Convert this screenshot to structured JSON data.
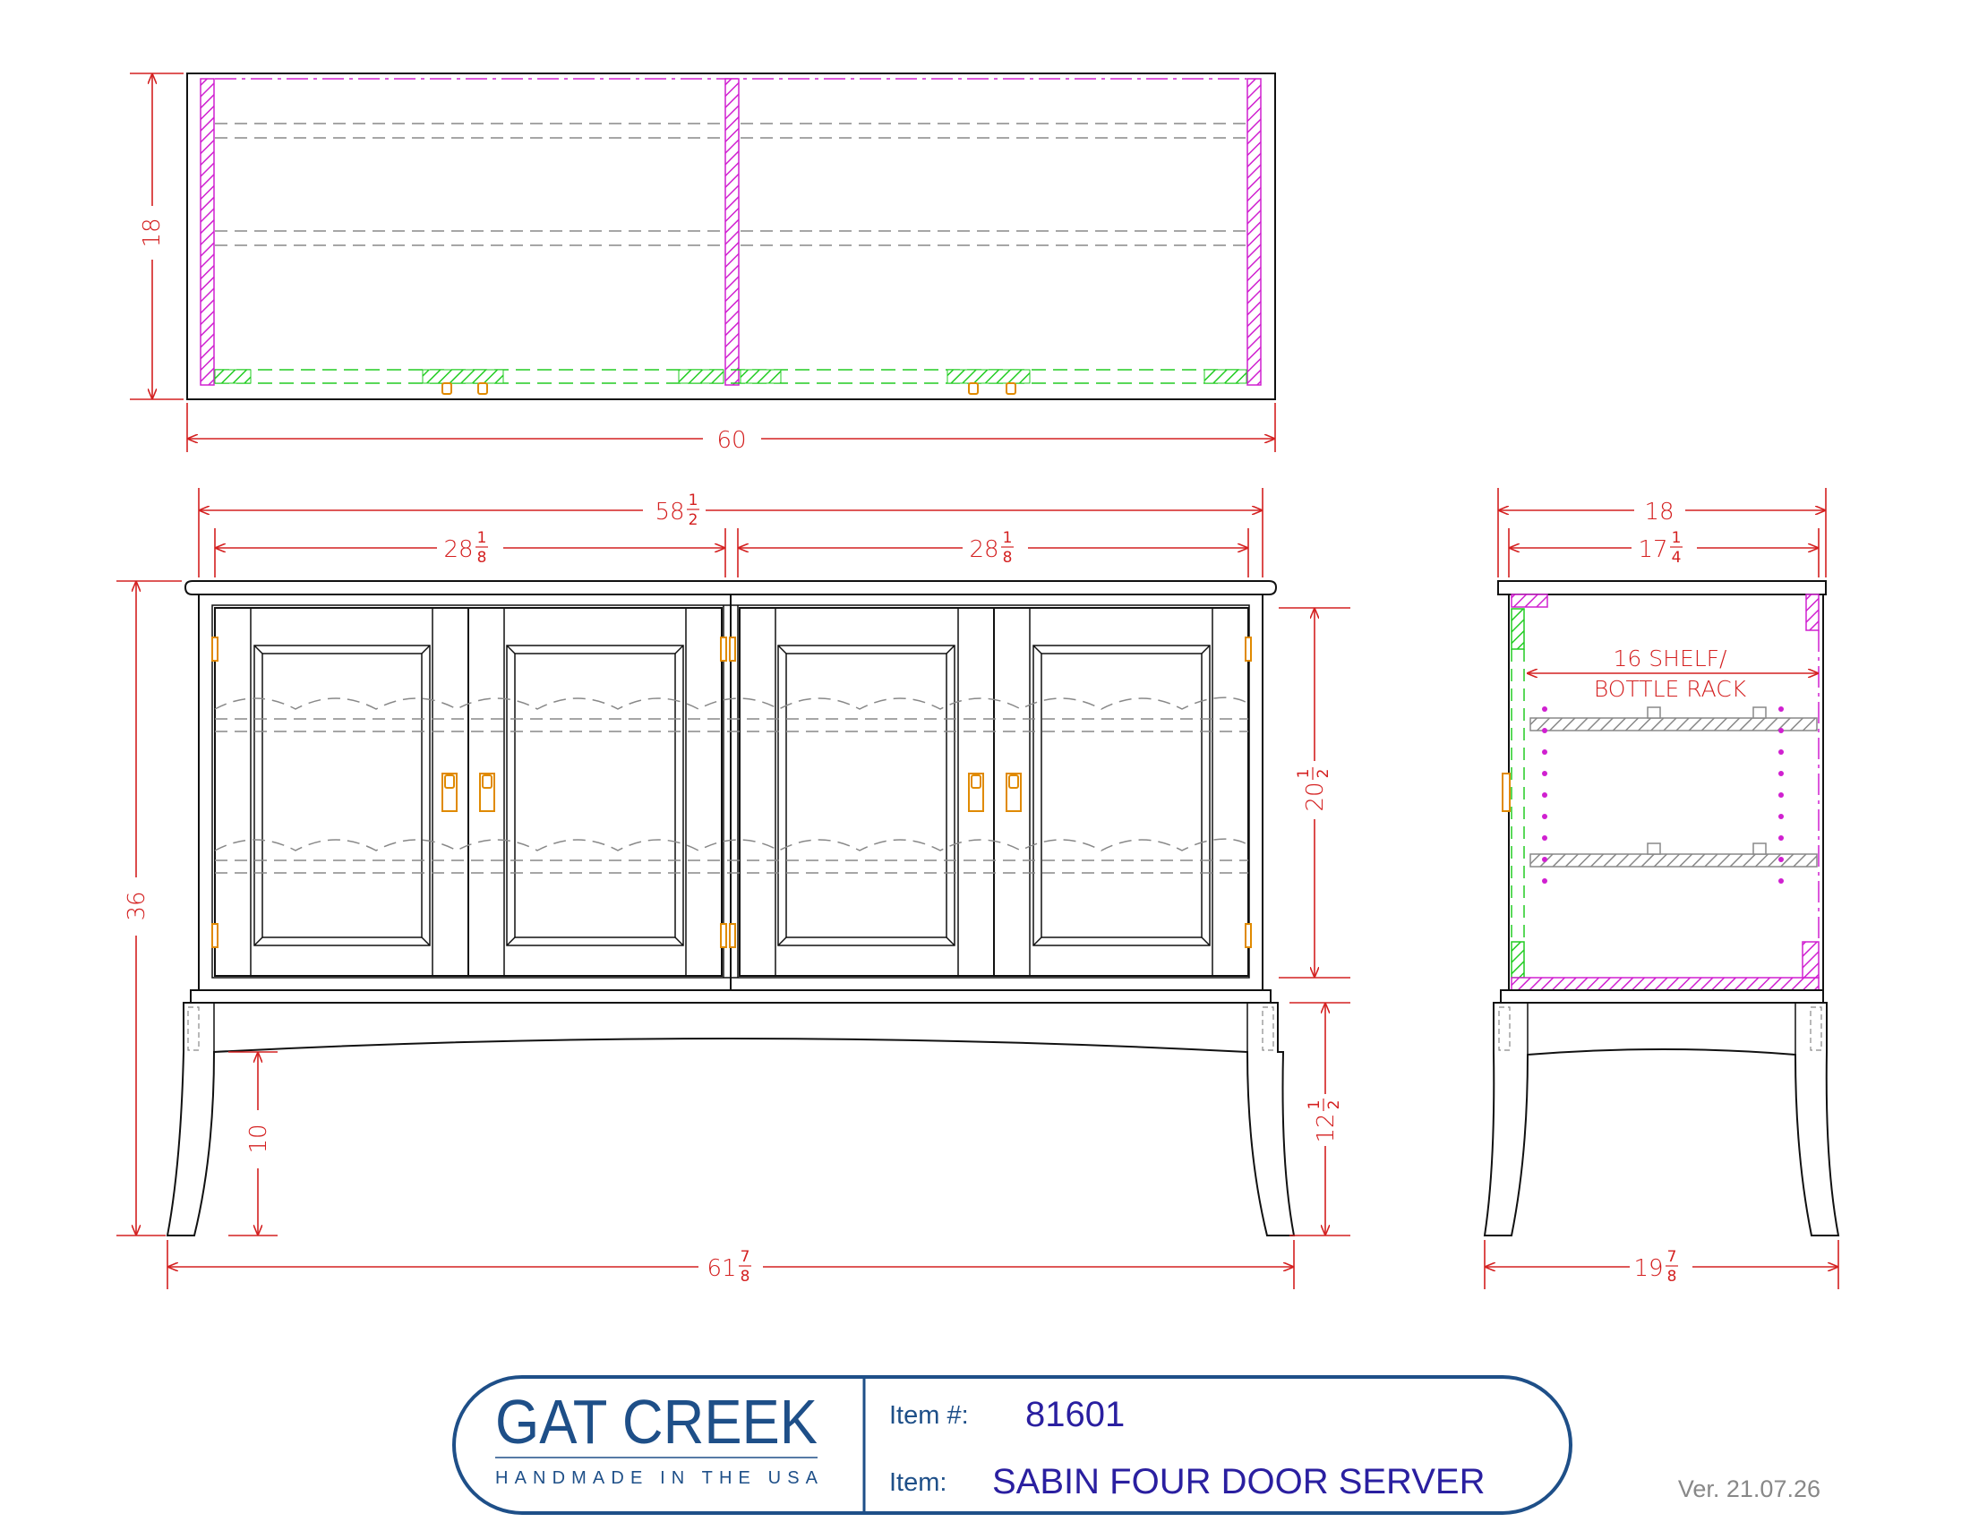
{
  "dimensions": {
    "top_height": "18",
    "top_width": "60",
    "front_upper_width": {
      "whole": "58",
      "num": "1",
      "den": "2"
    },
    "front_door_pair_left": {
      "whole": "28",
      "num": "1",
      "den": "8"
    },
    "front_door_pair_right": {
      "whole": "28",
      "num": "1",
      "den": "8"
    },
    "front_height": "36",
    "front_case_height": {
      "whole": "20",
      "num": "1",
      "den": "2"
    },
    "front_leg_height": {
      "whole": "12",
      "num": "1",
      "den": "2"
    },
    "front_apron_clearance": "10",
    "front_overall_width": {
      "whole": "61",
      "num": "7",
      "den": "8"
    },
    "side_top_depth": "18",
    "side_case_depth": {
      "whole": "17",
      "num": "1",
      "den": "4"
    },
    "side_overall_depth": {
      "whole": "19",
      "num": "7",
      "den": "8"
    }
  },
  "notes": {
    "shelf_line1": "16 SHELF/",
    "shelf_line2": "BOTTLE RACK"
  },
  "title_block": {
    "brand": "GAT CREEK",
    "tagline": "HANDMADE IN THE USA",
    "item_number_label": "Item #:",
    "item_number": "81601",
    "item_label": "Item:",
    "item_name": "SABIN FOUR DOOR SERVER",
    "version": "Ver. 21.07.26"
  },
  "colors": {
    "dimension": "#d42020",
    "outline": "#111111",
    "hidden_line": "#888888",
    "side_panel_hatch": "#d020d0",
    "face_frame_hatch": "#22cc22",
    "hardware": "#e08a00",
    "brand": "#1e4f88",
    "title_value": "#2a1fa0"
  }
}
